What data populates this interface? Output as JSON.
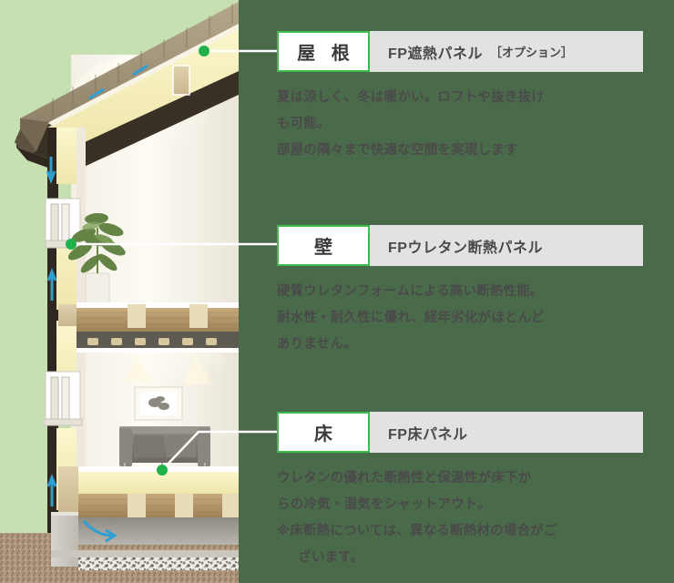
{
  "theme": {
    "bg_dark_green": "#4a6b4a",
    "bg_light_green": "#c7e0b2",
    "accent_green": "#3cbc4b",
    "label_key_bg": "#ffffff",
    "label_value_bg": "#e2e2e2",
    "text_gray": "#4a4a4a",
    "insulation_cream": "#f5efc0",
    "wood_tan": "#d9c79a",
    "soil_brown": "#a8927a",
    "concrete_gray": "#cfcbc4",
    "airflow_blue": "#2e9fd0"
  },
  "illustration": {
    "alt": "house-cross-section-cutaway",
    "parts": [
      "roof-panel",
      "eave",
      "exterior-wall",
      "window-sash",
      "interior-wall",
      "houseplant",
      "shelf",
      "framed-picture",
      "sofa",
      "floor-panel",
      "floor-joist",
      "foundation",
      "gravel-bed",
      "soil"
    ]
  },
  "sections": [
    {
      "id": "roof",
      "key": "屋 根",
      "value": "FP遮熱パネル",
      "option": "［オプション］",
      "description": [
        "夏は涼しく、冬は暖かい。ロフトや抜き抜け",
        "も可能。",
        "部屋の隅々まで快適な空間を実現します"
      ]
    },
    {
      "id": "wall",
      "key": "壁",
      "value": "FPウレタン断熱パネル",
      "option": "",
      "description": [
        "硬質ウレタンフォームによる高い断熱性能。",
        "耐水性・耐久性に優れ、経年劣化がほとんど",
        "ありません。"
      ]
    },
    {
      "id": "floor",
      "key": "床",
      "value": "FP床パネル",
      "option": "",
      "description": [
        "ウレタンの優れた断熱性と保温性が床下か",
        "らの冷気・湿気をシャットアウト。",
        "※床断熱については、異なる断熱材の場合がご",
        "ざいます。"
      ]
    }
  ]
}
